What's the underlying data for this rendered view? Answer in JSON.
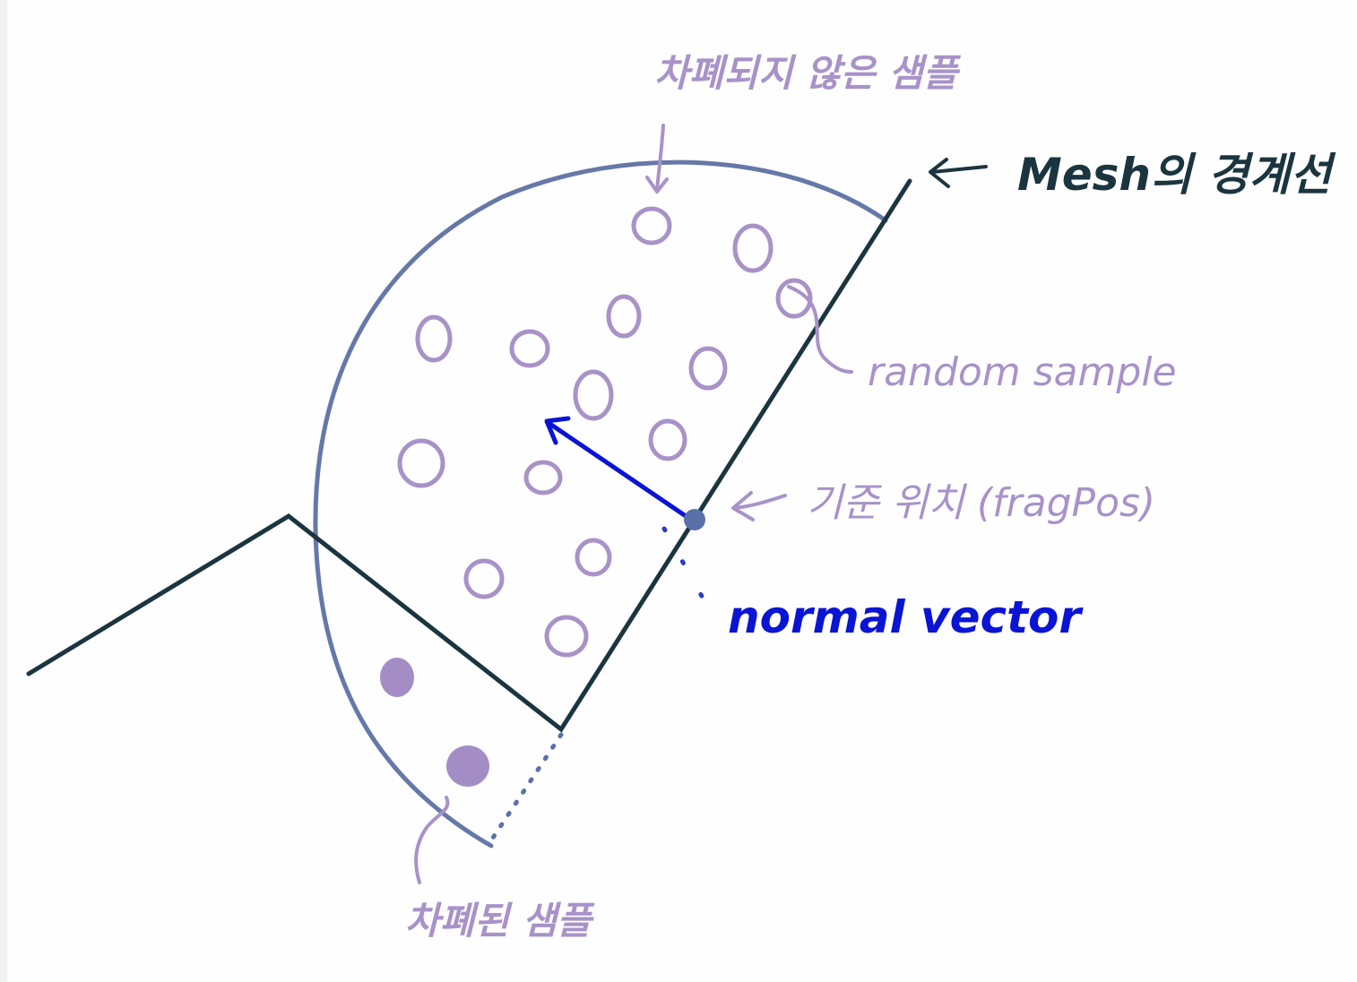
{
  "labels": {
    "unoccluded_samples": "차폐되지 않은 샘플",
    "mesh_boundary": "Mesh의 경계선",
    "random_sample": "random sample",
    "reference_position": "기준 위치 (fragPos)",
    "normal_vector": "normal vector",
    "occluded_samples": "차폐된 샘플"
  },
  "colors": {
    "mesh_line": "#1b3540",
    "hemisphere": "#6678a8",
    "sample": "#a892c8",
    "sample_fill": "#a48cc4",
    "normal": "#0a14d4",
    "frag_dot": "#5a70a8",
    "dotted": "#5a70a8"
  }
}
